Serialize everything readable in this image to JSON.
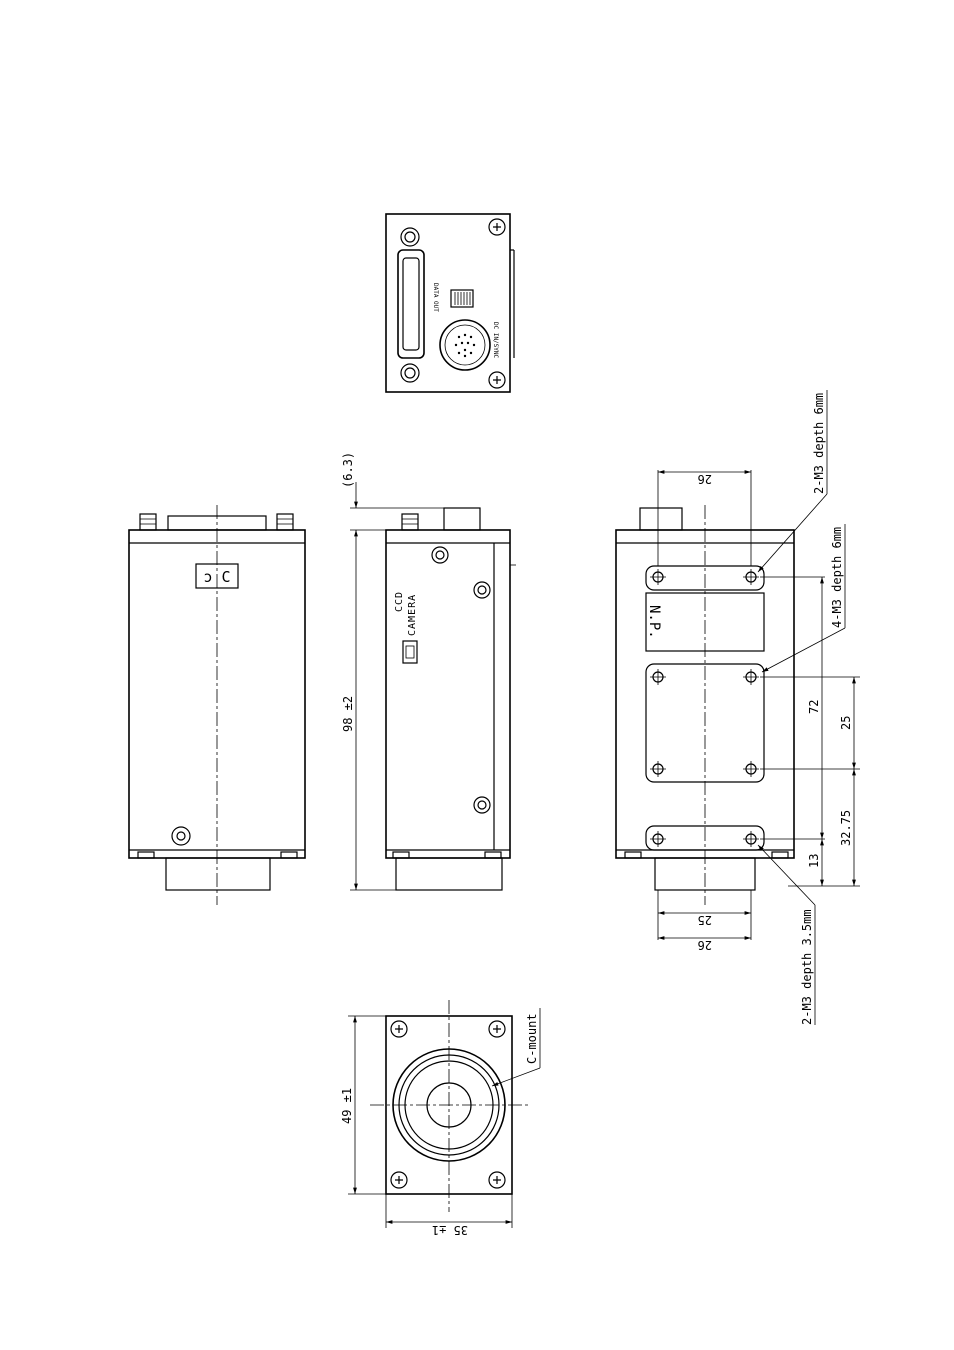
{
  "rear_panel": {
    "data_out_label": "DATA OUT",
    "dc_in_label": "DC IN/SYNC"
  },
  "side_view": {
    "logo_line1": "CCD",
    "logo_line2": "CAMERA"
  },
  "bottom_view": {
    "nameplate": "N.P."
  },
  "dimensions": {
    "connector_protrusion": "(6.3)",
    "body_length": "98 ±2",
    "front_height": "49 ±1",
    "front_width": "35 ±1",
    "top_hole_spacing": "26",
    "bottom_hole_spacing_inner": "25",
    "bottom_hole_spacing_outer": "26",
    "hole_pitch_72": "72",
    "hole_pitch_25": "25",
    "hole_offset_13": "13",
    "hole_offset_32_75": "32.75"
  },
  "callouts": {
    "top_holes": "2-M3 depth 6mm",
    "center_holes": "4-M3 depth 6mm",
    "bottom_holes": "2-M3 depth 3.5mm",
    "lens_mount": "C-mount"
  }
}
